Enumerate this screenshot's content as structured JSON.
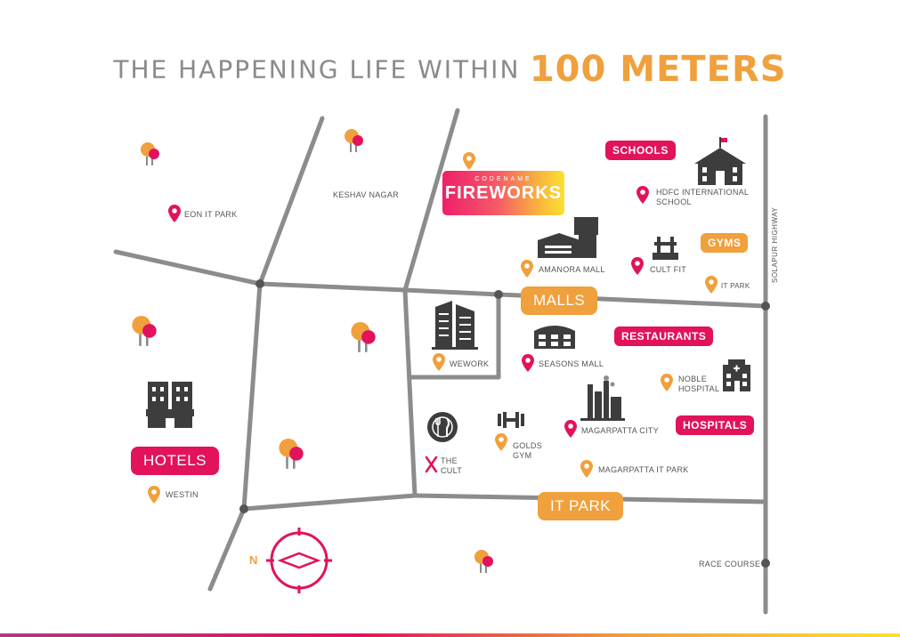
{
  "title": {
    "prefix": "THE HAPPENING LIFE WITHIN",
    "highlight": "100 METERS"
  },
  "colors": {
    "pink": "#e2125c",
    "orange": "#f0a03c",
    "road": "#8c8c8c",
    "text": "#555555"
  },
  "project": {
    "small": "CODENAME",
    "name": "FIREWORKS"
  },
  "category_tags": {
    "schools": "SCHOOLS",
    "gyms": "GYMS",
    "malls": "MALLS",
    "restaurants": "RESTAURANTS",
    "hospitals": "HOSPITALS",
    "hotels": "HOTELS",
    "it_park": "IT PARK"
  },
  "places": {
    "keshav_nagar": "KESHAV NAGAR",
    "eon_it_park": "EON IT PARK",
    "hdfc_school": "HDFC INTERNATIONAL\nSCHOOL",
    "amanora_mall": "AMANORA MALL",
    "cult_fit": "CULT FIT",
    "it_park_small": "IT PARK",
    "wework": "WEWORK",
    "seasons_mall": "SEASONS MALL",
    "noble_hospital": "NOBLE\nHOSPITAL",
    "golds_gym": "GOLDS\nGYM",
    "magarpatta_city": "MAGARPATTA CITY",
    "the_cult": "THE\nCULT",
    "magarpatta_it_park": "MAGARPATTA IT PARK",
    "westin": "WESTIN",
    "race_course": "RACE COURSE"
  },
  "roads": {
    "solapur_highway": "SOLAPUR HIGHWAY"
  },
  "compass": {
    "north": "N"
  },
  "icons": [
    "map-pin-icon",
    "school-icon",
    "mall-icon",
    "gym-icon",
    "office-tower-icon",
    "hospital-icon",
    "factory-icon",
    "restaurant-icon",
    "hotel-icon",
    "tree-icon",
    "compass-icon"
  ]
}
